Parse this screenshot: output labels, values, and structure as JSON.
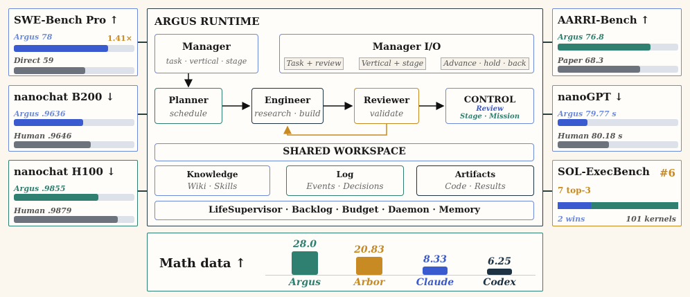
{
  "runtime": {
    "title": "ARGUS RUNTIME",
    "manager": {
      "title": "Manager",
      "subtitle": "task · vertical · stage"
    },
    "manager_io": {
      "title": "Manager I/O",
      "tags": [
        "Task + review",
        "Vertical + stage",
        "Advance · hold · back"
      ]
    },
    "planner": {
      "title": "Planner",
      "subtitle": "schedule"
    },
    "engineer": {
      "title": "Engineer",
      "subtitle": "research · build"
    },
    "reviewer": {
      "title": "Reviewer",
      "subtitle": "validate"
    },
    "control": {
      "title": "CONTROL",
      "line1": "Review",
      "line2": "Stage · Mission"
    },
    "workspace": "SHARED WORKSPACE",
    "knowledge": {
      "title": "Knowledge",
      "subtitle": "Wiki · Skills"
    },
    "log": {
      "title": "Log",
      "subtitle": "Events · Decisions"
    },
    "artifacts": {
      "title": "Artifacts",
      "subtitle": "Code · Results"
    },
    "footer": "LifeSupervisor · Backlog · Budget · Daemon · Memory"
  },
  "benchmarks": {
    "swe": {
      "title": "SWE-Bench Pro ↑",
      "multiplier": "1.41×",
      "a_label": "Argus 78",
      "a_value": 78,
      "b_label": "Direct 59",
      "b_value": 59
    },
    "b200": {
      "title": "nanochat B200 ↓",
      "a_label": "Argus .9636",
      "a_value": 0.9636,
      "b_label": "Human .9646",
      "b_value": 0.9646
    },
    "h100": {
      "title": "nanochat H100 ↓",
      "a_label": "Argus .9855",
      "a_value": 0.9855,
      "b_label": "Human .9879",
      "b_value": 0.9879
    },
    "aarri": {
      "title": "AARRI-Bench ↑",
      "a_label": "Argus 76.8",
      "a_value": 76.8,
      "b_label": "Paper 68.3",
      "b_value": 68.3
    },
    "nanogpt": {
      "title": "nanoGPT ↓",
      "a_label": "Argus 79.77 s",
      "a_value": 79.77,
      "b_label": "Human 80.18 s",
      "b_value": 80.18
    },
    "sol": {
      "title": "SOL-ExecBench",
      "rank": "#6",
      "top": "7 top-3",
      "wins_label": "2 wins",
      "kernels_label": "101 kernels",
      "wins": 2,
      "kernels": 101
    }
  },
  "math": {
    "title": "Math data ↑",
    "bars": [
      {
        "name": "Argus",
        "value": 28.0,
        "label": "28.0",
        "color": "#2f8070"
      },
      {
        "name": "Arbor",
        "value": 20.83,
        "label": "20.83",
        "color": "#c88a22"
      },
      {
        "name": "Claude",
        "value": 8.33,
        "label": "8.33",
        "color": "#3a5bd0"
      },
      {
        "name": "Codex",
        "value": 6.25,
        "label": "6.25",
        "color": "#1d3344"
      }
    ]
  },
  "colors": {
    "blue": "#3a5bd0",
    "teal": "#2f8070",
    "gray": "#6c737c",
    "gold": "#c88a22",
    "navy": "#1d3344"
  }
}
